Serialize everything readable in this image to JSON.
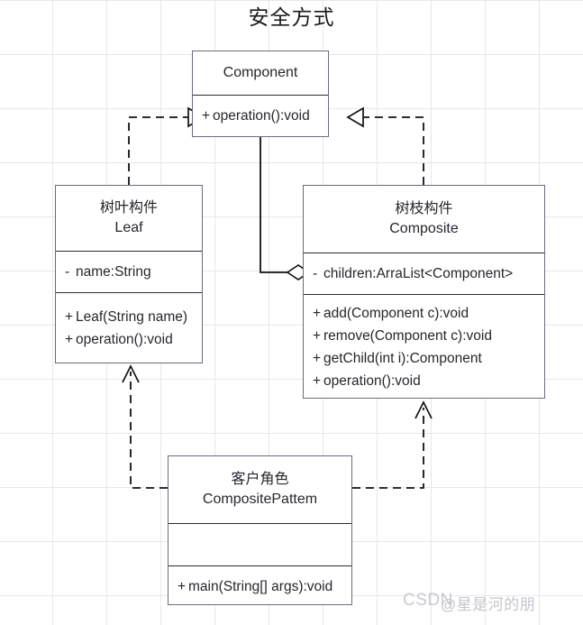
{
  "title": "安全方式",
  "diagram": {
    "type": "uml-class-diagram",
    "pattern": "Composite Pattern"
  },
  "classes": {
    "component": {
      "stereotype_cn": "",
      "name": "Component",
      "attributes": [],
      "methods": [
        {
          "visibility": "+",
          "text": "operation():void"
        }
      ]
    },
    "leaf": {
      "stereotype_cn": "树叶构件",
      "name": "Leaf",
      "attributes": [
        {
          "visibility": "-",
          "text": "name:String"
        }
      ],
      "methods": [
        {
          "visibility": "+",
          "text": "Leaf(String name)"
        },
        {
          "visibility": "+",
          "text": "operation():void"
        }
      ]
    },
    "composite": {
      "stereotype_cn": "树枝构件",
      "name": "Composite",
      "attributes": [
        {
          "visibility": "-",
          "text": "children:ArraList<Component>"
        }
      ],
      "methods": [
        {
          "visibility": "+",
          "text": "add(Component c):void"
        },
        {
          "visibility": "+",
          "text": "remove(Component c):void"
        },
        {
          "visibility": "+",
          "text": "getChild(int i):Component"
        },
        {
          "visibility": "+",
          "text": "operation():void"
        }
      ]
    },
    "client": {
      "stereotype_cn": "客户角色",
      "name": "CompositePattem",
      "attributes": [],
      "methods": [
        {
          "visibility": "+",
          "text": "main(String[] args):void"
        }
      ]
    }
  },
  "relations": [
    {
      "name": "leaf-realizes-component",
      "kind": "realization",
      "from": "Leaf",
      "to": "Component",
      "style": "dashed",
      "arrow": "hollow-triangle"
    },
    {
      "name": "composite-realizes-component",
      "kind": "realization",
      "from": "Composite",
      "to": "Component",
      "style": "dashed",
      "arrow": "hollow-triangle"
    },
    {
      "name": "composite-aggregates-component",
      "kind": "aggregation",
      "from": "Composite",
      "to": "Component",
      "style": "solid",
      "arrow": "hollow-diamond"
    },
    {
      "name": "client-depends-leaf",
      "kind": "dependency",
      "from": "CompositePattem",
      "to": "Leaf",
      "style": "dashed",
      "arrow": "open-arrow"
    },
    {
      "name": "client-depends-composite",
      "kind": "dependency",
      "from": "CompositePattem",
      "to": "Composite",
      "style": "dashed",
      "arrow": "open-arrow"
    }
  ],
  "watermark": {
    "text": "CSDN",
    "handle": "@星是河的朋"
  },
  "colors": {
    "box_border": "#6b6b80",
    "divider": "#2a2a35",
    "text": "#26262e",
    "grid": "#e8e8ea",
    "connector": "#111118",
    "watermark": "#c9c9cf"
  }
}
